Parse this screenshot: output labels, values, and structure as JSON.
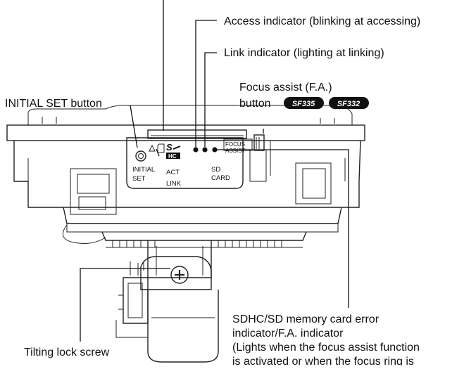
{
  "labels": {
    "access": "Access indicator (blinking at accessing)",
    "link": "Link indicator (lighting at linking)",
    "focus_line1": "Focus assist (F.A.)",
    "focus_line2": "button",
    "initial_set": "INITIAL SET button",
    "sd_error_line1": "SDHC/SD memory card error",
    "sd_error_line2": "indicator/F.A. indicator",
    "sd_error_line3": "(Lights when the focus assist function",
    "sd_error_line4": "is activated or when the focus ring is",
    "tilting": "Tilting lock screw"
  },
  "badges": [
    "SF335",
    "SF332"
  ],
  "panel": {
    "initial": "INITIAL",
    "set": "SET",
    "act": "ACT",
    "link": "LINK",
    "sd": "SD",
    "card": "CARD",
    "focus": "FOCUS",
    "assist": "ASSIST",
    "sd_logo": "S",
    "hc_logo": "HC"
  },
  "colors": {
    "badge": "#111111",
    "line": "#222222"
  }
}
